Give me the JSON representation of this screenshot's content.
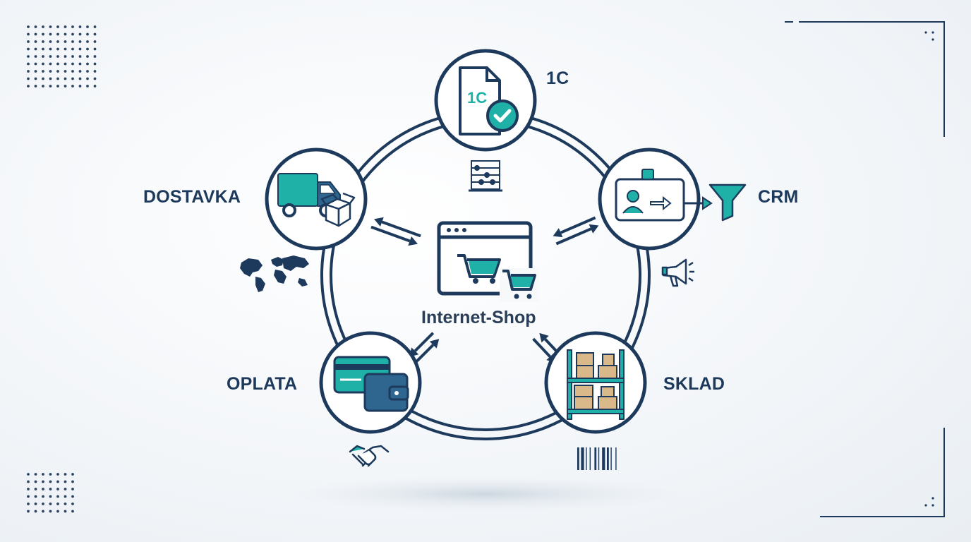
{
  "center": {
    "label": "Internet-Shop",
    "icon": "web-shop-cart-icon"
  },
  "nodes": [
    {
      "id": "1c",
      "label": "1C",
      "icon": "1c-document-check-icon",
      "sub_icon": "abacus-icon"
    },
    {
      "id": "crm",
      "label": "CRM",
      "icon": "crm-contact-card-icon",
      "sub_icon": "megaphone-icon",
      "extra_icon": "sales-funnel-icon"
    },
    {
      "id": "sklad",
      "label": "SKLAD",
      "icon": "warehouse-shelves-icon",
      "sub_icon": "barcode-icon"
    },
    {
      "id": "oplata",
      "label": "OPLATA",
      "icon": "payment-card-wallet-icon",
      "sub_icon": "handshake-icon"
    },
    {
      "id": "dostavka",
      "label": "DOSTAVKA",
      "icon": "delivery-truck-box-icon",
      "sub_icon": "world-map-icon"
    }
  ],
  "colors": {
    "navy": "#1d3a5c",
    "teal": "#1fb0a8",
    "blue": "#2f6690",
    "box": "#d9b98a"
  }
}
